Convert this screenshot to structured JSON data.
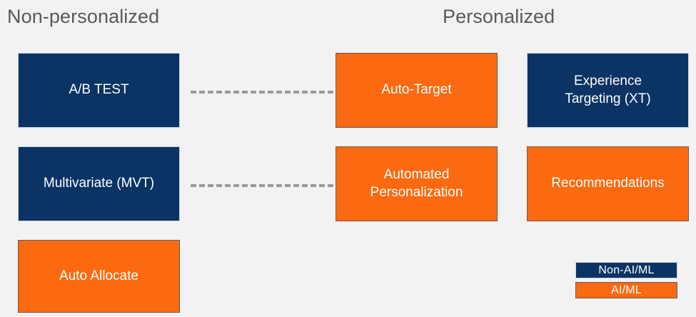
{
  "headings": {
    "left": "Non-personalized",
    "right": "Personalized"
  },
  "colors": {
    "background": "#f2f2f2",
    "navy": "#0b3364",
    "orange": "#fb6a10",
    "heading_text": "#595959",
    "box_text": "#ffffff",
    "connector": "#9a9a9a",
    "navy_border": "#c9d3e0",
    "orange_border": "#6b5a55"
  },
  "boxes": {
    "ab_test": {
      "label": "A/B TEST",
      "type": "Non-AI/ML",
      "color": "#0b3364",
      "column": "Non-personalized"
    },
    "multivariate": {
      "label": "Multivariate (MVT)",
      "type": "Non-AI/ML",
      "color": "#0b3364",
      "column": "Non-personalized"
    },
    "auto_allocate": {
      "label": "Auto Allocate",
      "type": "AI/ML",
      "color": "#fb6a10",
      "column": "Non-personalized"
    },
    "auto_target": {
      "label": "Auto-Target",
      "type": "AI/ML",
      "color": "#fb6a10",
      "column": "Personalized"
    },
    "automated_personalization": {
      "label": "Automated\nPersonalization",
      "type": "AI/ML",
      "color": "#fb6a10",
      "column": "Personalized"
    },
    "experience_targeting": {
      "label": "Experience\nTargeting (XT)",
      "type": "Non-AI/ML",
      "color": "#0b3364",
      "column": "Personalized"
    },
    "recommendations": {
      "label": "Recommendations",
      "type": "AI/ML",
      "color": "#fb6a10",
      "column": "Personalized"
    }
  },
  "connectors": [
    {
      "from": "ab_test",
      "to": "auto_target",
      "style": "dashed"
    },
    {
      "from": "multivariate",
      "to": "automated_personalization",
      "style": "dashed"
    }
  ],
  "legend": {
    "non_ai_ml": "Non-AI/ML",
    "ai_ml": "AI/ML"
  }
}
